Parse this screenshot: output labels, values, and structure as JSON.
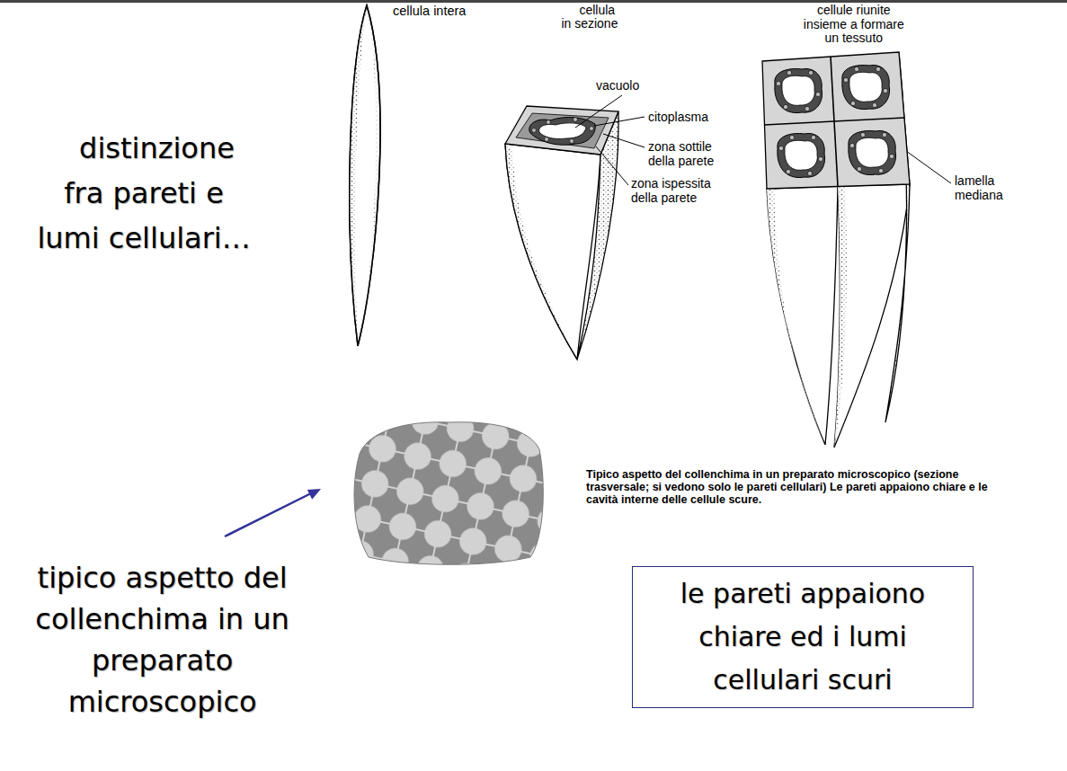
{
  "diagram": {
    "caption": "Tipico aspetto del collenchima in un preparato microscopico (sezione trasversale; si vedono solo le pareti cellulari) Le pareti appaiono chiare e le cavità interne delle cellule scure.",
    "nodes": [
      {
        "text": [
          "le pareti appaiono chiare ed i lumi cellulari scuri"
        ]
      }
    ],
    "labels": [
      "cellula intera",
      "cellula in sezione",
      "cellule riunite insieme a formare un tessuto",
      "vacuolo",
      "citoplasma",
      "zona sottile della parete",
      "zona ispessita della parete",
      "lamella mediana",
      "distinzione fra pareti e lumi cellulari…",
      "tipico aspetto del collenchima in un preparato microscopico"
    ]
  }
}
